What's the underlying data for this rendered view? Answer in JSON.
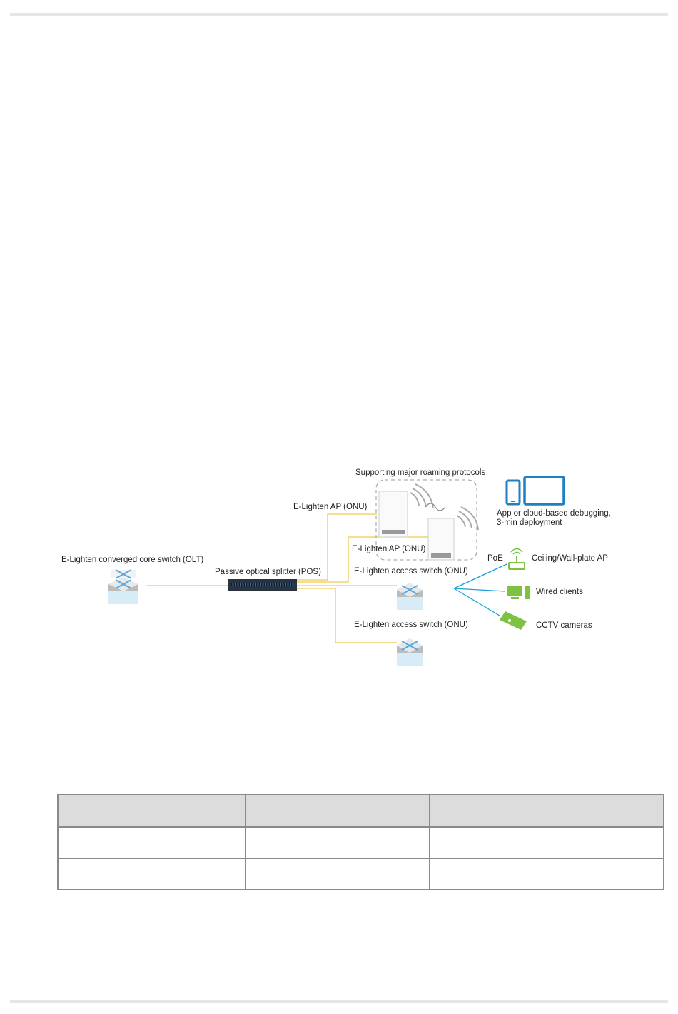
{
  "diagram": {
    "roaming_title": "Supporting major roaming protocols",
    "ap_onu_top": "E-Lighten AP (ONU)",
    "ap_onu_mid": "E-Lighten AP (ONU)",
    "app_line1": "App or cloud-based debugging,",
    "app_line2": "3-min deployment",
    "olt_label": "E-Lighten converged core switch (OLT)",
    "pos_label": "Passive optical splitter (POS)",
    "access_switch_1": "E-Lighten access switch (ONU)",
    "access_switch_2": "E-Lighten access switch (ONU)",
    "poe": "PoE",
    "ceiling_ap": "Ceiling/Wall-plate  AP",
    "wired_clients": "Wired clients",
    "cctv": "CCTV cameras",
    "colors": {
      "fiber": "#f2c94c",
      "ethernet": "#1aa0d8",
      "client_green": "#7dc242",
      "device_blue": "#1d7fc4",
      "splitter": "#2a3340"
    }
  },
  "table": {
    "headers": [
      "",
      "",
      ""
    ],
    "rows": [
      [
        "",
        "",
        ""
      ],
      [
        "",
        "",
        ""
      ]
    ]
  }
}
